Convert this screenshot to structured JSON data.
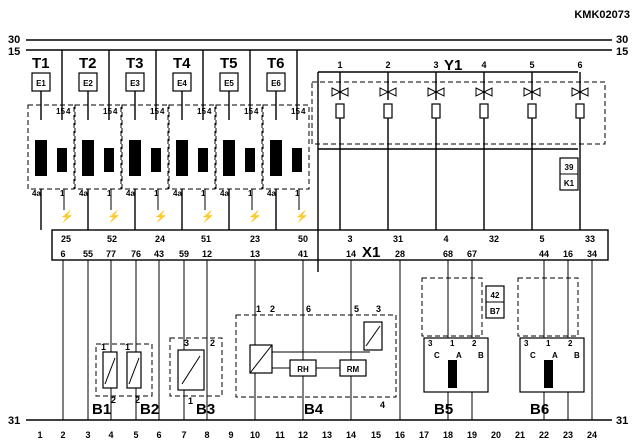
{
  "diagram_id": "KMK02073",
  "rails": {
    "top_left": "30",
    "top_right": "30",
    "second_left": "15",
    "second_right": "15",
    "ground_left": "31",
    "ground_right": "31"
  },
  "coils": [
    {
      "label": "T1",
      "box": "E1"
    },
    {
      "label": "T2",
      "box": "E2"
    },
    {
      "label": "T3",
      "box": "E3"
    },
    {
      "label": "T4",
      "box": "E4"
    },
    {
      "label": "T5",
      "box": "E5"
    },
    {
      "label": "T6",
      "box": "E6"
    }
  ],
  "coil_pins": {
    "p15": "15",
    "p4": "4",
    "p1": "1",
    "p4a": "4a"
  },
  "injector_group": "Y1",
  "injectors": [
    "1",
    "2",
    "3",
    "4",
    "5",
    "6"
  ],
  "ref_boxes": [
    {
      "top": "39",
      "bottom": "K1"
    },
    {
      "top": "42",
      "bottom": "B7"
    }
  ],
  "connector": "X1",
  "ecu_top_left": [
    "25",
    "52",
    "24",
    "51",
    "23",
    "50"
  ],
  "ecu_top_right": [
    "3",
    "31",
    "4",
    "32",
    "5",
    "33"
  ],
  "ecu_bottom": [
    "6",
    "55",
    "77",
    "76",
    "43",
    "59",
    "12",
    "13",
    "41",
    "14",
    "28",
    "68",
    "67",
    "44",
    "16",
    "34"
  ],
  "components": [
    "B1",
    "B2",
    "B3",
    "B4",
    "B5",
    "B6"
  ],
  "b4_parts": {
    "rh": "RH",
    "rm": "RM",
    "pins": [
      "1",
      "2",
      "6",
      "5",
      "3",
      "4"
    ]
  },
  "b3_pins": [
    "3",
    "2",
    "1"
  ],
  "b1b2_pins": [
    "1",
    "1",
    "2",
    "2"
  ],
  "sensor_pins": [
    "3",
    "1",
    "2"
  ],
  "sensor_letters": [
    "C",
    "A",
    "B"
  ],
  "bottom_numbers": [
    "1",
    "2",
    "3",
    "4",
    "5",
    "6",
    "7",
    "8",
    "9",
    "10",
    "11",
    "12",
    "13",
    "14",
    "15",
    "16",
    "17",
    "18",
    "19",
    "20",
    "21",
    "22",
    "23",
    "24"
  ]
}
